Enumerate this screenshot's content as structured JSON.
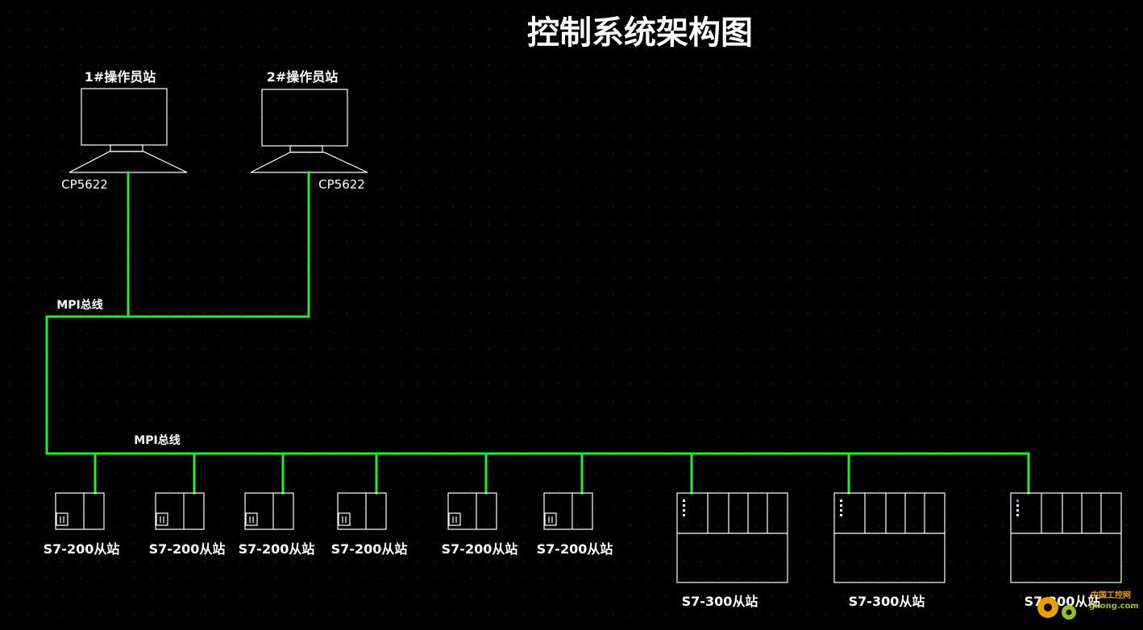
{
  "title": "控制系统架构图",
  "colors": {
    "background": "#000000",
    "bus": "#22ee22",
    "outline": "#ffffff",
    "grid_dot": "#3a3a3a",
    "watermark": "#e8a000"
  },
  "operator_stations": [
    {
      "label": "1#操作员站",
      "card": "CP5622"
    },
    {
      "label": "2#操作员站",
      "card": "CP5622"
    }
  ],
  "bus_labels": {
    "upper": "MPI总线",
    "lower": "MPI总线"
  },
  "s7_200_stations": [
    {
      "label": "S7-200从站"
    },
    {
      "label": "S7-200从站"
    },
    {
      "label": "S7-200从站"
    },
    {
      "label": "S7-200从站"
    },
    {
      "label": "S7-200从站"
    },
    {
      "label": "S7-200从站"
    }
  ],
  "s7_300_stations": [
    {
      "label": "S7-300从站"
    },
    {
      "label": "S7-300从站"
    },
    {
      "label": "S7-300从站"
    }
  ],
  "watermark": {
    "line1": "中国工控网",
    "line2": "gkong.com",
    "icon": "gear-icon"
  }
}
